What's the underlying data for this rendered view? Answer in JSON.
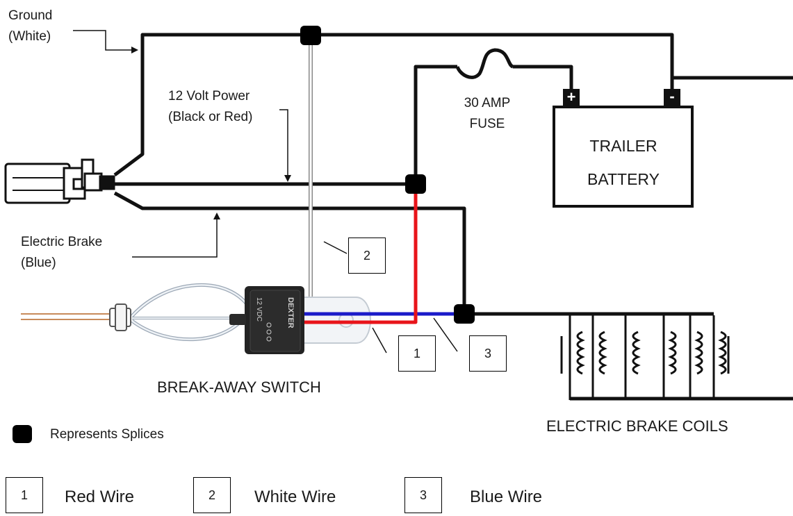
{
  "labels": {
    "ground": [
      "Ground",
      "(White)"
    ],
    "power": [
      "12 Volt Power",
      "(Black or Red)"
    ],
    "brake": [
      "Electric Brake",
      "(Blue)"
    ],
    "fuse": [
      "30 AMP",
      "FUSE"
    ],
    "battery": [
      "TRAILER",
      "BATTERY"
    ],
    "battery_plus": "+",
    "battery_minus": "-",
    "switch": "BREAK-AWAY SWITCH",
    "switch_brand": "DEXTER",
    "switch_voltage": "12 VDC",
    "coils": "ELECTRIC BRAKE COILS",
    "splice_legend": "Represents Splices"
  },
  "callouts": [
    "1",
    "2",
    "3"
  ],
  "legend": [
    {
      "num": "1",
      "text": "Red Wire"
    },
    {
      "num": "2",
      "text": "White Wire"
    },
    {
      "num": "3",
      "text": "Blue Wire"
    }
  ],
  "colors": {
    "wire_black": "#111111",
    "wire_red": "#e8141a",
    "wire_blue": "#1b1bc9",
    "wire_white": "#d8d8d8",
    "splice": "#000000"
  }
}
